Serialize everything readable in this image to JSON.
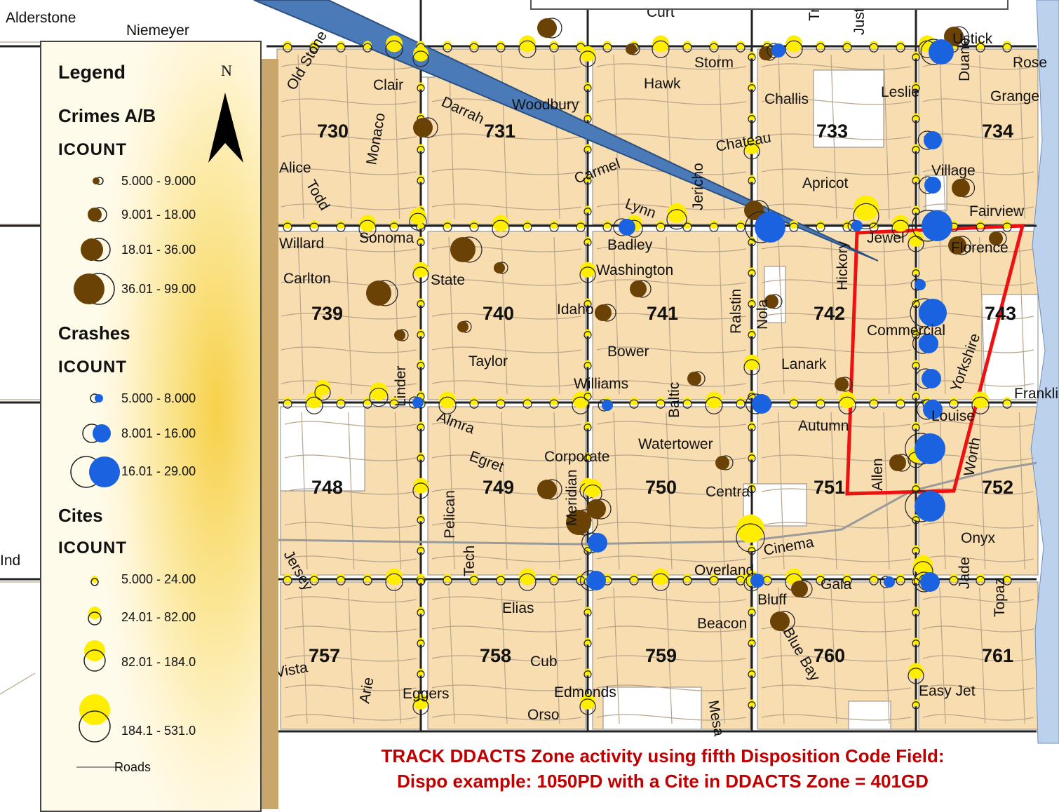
{
  "map": {
    "zones": [
      "730",
      "731",
      "733",
      "734",
      "739",
      "740",
      "741",
      "742",
      "743",
      "748",
      "749",
      "750",
      "751",
      "752",
      "757",
      "758",
      "759",
      "760",
      "761"
    ],
    "places": [
      "Alderstone",
      "Niemeyer",
      "Curt",
      "Troxel",
      "Justice",
      "Ustick",
      "Rose",
      "Duane",
      "Grange",
      "Clair",
      "Darrah",
      "Woodbury",
      "Hawk",
      "Storm",
      "Challis",
      "Leslie",
      "Chateau",
      "Village",
      "Apricot",
      "Carmel",
      "Lynn",
      "Jericho",
      "Fairview",
      "Monaco",
      "Todd",
      "Old Stone",
      "Alice",
      "Sonoma",
      "Willard",
      "Badley",
      "Jewel",
      "Florence",
      "Carlton",
      "State",
      "Washington",
      "Hickory",
      "Idaho",
      "Commercial",
      "Taylor",
      "Bower",
      "Lanark",
      "Williams",
      "Ralstin",
      "Nola",
      "Baltic",
      "Linder",
      "Almra",
      "Egret",
      "Corporate",
      "Watertower",
      "Autumn",
      "Louise",
      "Yorkshire",
      "Allen",
      "Worth",
      "Central",
      "Pelican",
      "Meridian",
      "Franklin",
      "Cinema",
      "Overland",
      "Gala",
      "Jade",
      "Topaz",
      "Tech",
      "Elias",
      "Beacon",
      "Bluff",
      "Blue Bay",
      "Cub",
      "Edmonds",
      "Eggers",
      "Orso",
      "Easy Jet",
      "Jersey",
      "Onyx",
      "Mesa",
      "Arie",
      "Vista",
      "Ind"
    ]
  },
  "legend": {
    "title": "Legend",
    "north_label": "N",
    "crimes": {
      "title": "Crimes A/B",
      "field": "ICOUNT",
      "classes": [
        "5.000 - 9.000",
        "9.001 - 18.00",
        "18.01 - 36.00",
        "36.01 - 99.00"
      ]
    },
    "crashes": {
      "title": "Crashes",
      "field": "ICOUNT",
      "classes": [
        "5.000 - 8.000",
        "8.001 - 16.00",
        "16.01 - 29.00"
      ]
    },
    "cites": {
      "title": "Cites",
      "field": "ICOUNT",
      "classes": [
        "5.000 - 24.00",
        "24.01 - 82.00",
        "82.01 - 184.0",
        "184.1 - 531.0"
      ]
    },
    "roads_label": "Roads"
  },
  "caption": {
    "line1": "TRACK DDACTS Zone activity using fifth Disposition Code Field:",
    "line2": "Dispo example:  1050PD with a Cite in DDACTS Zone = 401GD"
  },
  "colors": {
    "land": "#f8ddb0",
    "crime": "#6b4206",
    "crash": "#1a62e0",
    "cite": "#ffee00",
    "zone_outline": "#ee1111",
    "callout": "#4a7ab8",
    "river": "#bcd1ec"
  }
}
